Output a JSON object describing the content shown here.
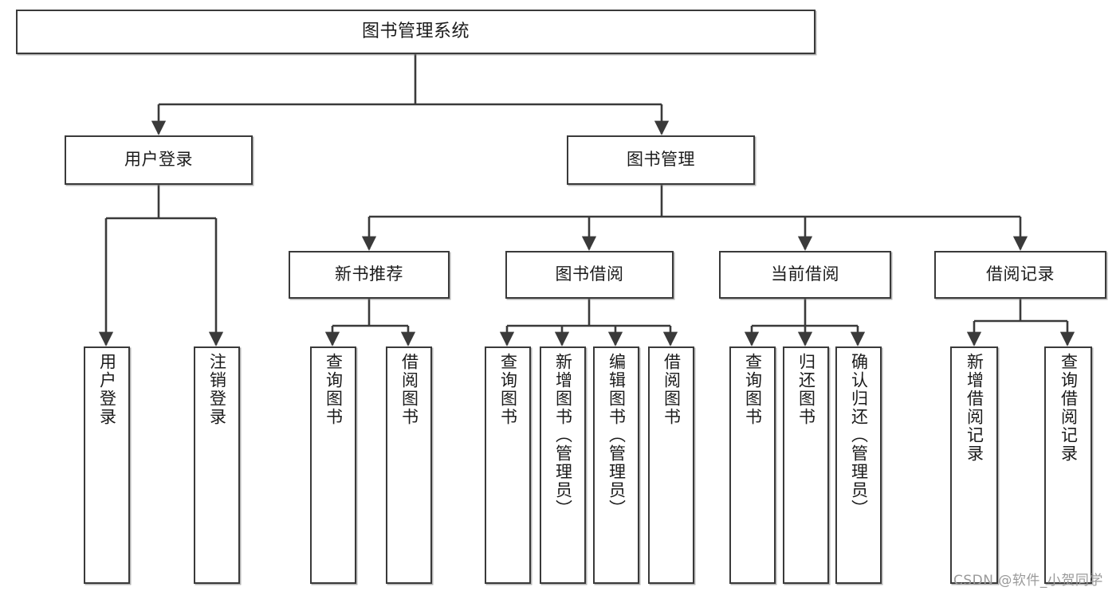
{
  "diagram": {
    "title": "图书管理系统",
    "type": "tree",
    "watermark": "CSDN @软件_小贺同学",
    "colors": {
      "box_border": "#3a3a3a",
      "box_fill": "#ffffff",
      "connector": "#3a3a3a",
      "text": "#1b1b1b",
      "watermark": "#9a9a9a"
    },
    "root": {
      "id": "root",
      "label": "图书管理系统",
      "orientation": "horizontal"
    },
    "level2": [
      {
        "id": "user-login",
        "label": "用户登录",
        "orientation": "horizontal"
      },
      {
        "id": "book-manage",
        "label": "图书管理",
        "orientation": "horizontal"
      }
    ],
    "level3": [
      {
        "id": "new-book-recommend",
        "label": "新书推荐",
        "orientation": "horizontal",
        "parent": "book-manage"
      },
      {
        "id": "book-borrow",
        "label": "图书借阅",
        "orientation": "horizontal",
        "parent": "book-manage"
      },
      {
        "id": "current-borrow",
        "label": "当前借阅",
        "orientation": "horizontal",
        "parent": "book-manage"
      },
      {
        "id": "borrow-record",
        "label": "借阅记录",
        "orientation": "horizontal",
        "parent": "book-manage"
      }
    ],
    "leaves": {
      "user_login": [
        {
          "id": "leaf-user-login",
          "label": "用户登录",
          "orientation": "vertical"
        },
        {
          "id": "leaf-logout-login",
          "label": "注销登录",
          "orientation": "vertical"
        }
      ],
      "new_book_recommend": [
        {
          "id": "leaf-query-book-1",
          "label": "查询图书",
          "orientation": "vertical"
        },
        {
          "id": "leaf-borrow-book-1",
          "label": "借阅图书",
          "orientation": "vertical"
        }
      ],
      "book_borrow": [
        {
          "id": "leaf-query-book-2",
          "label": "查询图书",
          "orientation": "vertical"
        },
        {
          "id": "leaf-add-book",
          "label": "新增图书（管理员）",
          "orientation": "vertical"
        },
        {
          "id": "leaf-edit-book",
          "label": "编辑图书（管理员）",
          "orientation": "vertical"
        },
        {
          "id": "leaf-borrow-book-2",
          "label": "借阅图书",
          "orientation": "vertical"
        }
      ],
      "current_borrow": [
        {
          "id": "leaf-query-book-3",
          "label": "查询图书",
          "orientation": "vertical"
        },
        {
          "id": "leaf-return-book",
          "label": "归还图书",
          "orientation": "vertical"
        },
        {
          "id": "leaf-confirm-return",
          "label": "确认归还（管理员）",
          "orientation": "vertical"
        }
      ],
      "borrow_record": [
        {
          "id": "leaf-add-record",
          "label": "新增借阅记录",
          "orientation": "vertical"
        },
        {
          "id": "leaf-query-record",
          "label": "查询借阅记录",
          "orientation": "vertical"
        }
      ]
    }
  }
}
